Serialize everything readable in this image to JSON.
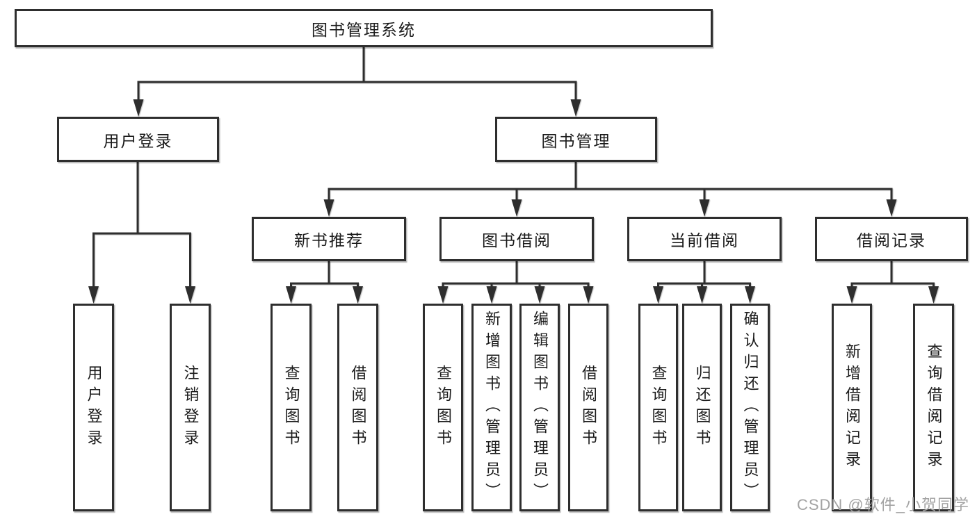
{
  "diagram": {
    "root": {
      "label": "图书管理系统"
    },
    "branches": [
      {
        "label": "用户登录",
        "children": [
          {
            "label": "用户登录"
          },
          {
            "label": "注销登录"
          }
        ]
      },
      {
        "label": "图书管理",
        "children": [
          {
            "label": "新书推荐",
            "children": [
              {
                "label": "查询图书"
              },
              {
                "label": "借阅图书"
              }
            ]
          },
          {
            "label": "图书借阅",
            "children": [
              {
                "label": "查询图书"
              },
              {
                "label": "新增图书（管理员）"
              },
              {
                "label": "编辑图书（管理员）"
              },
              {
                "label": "借阅图书"
              }
            ]
          },
          {
            "label": "当前借阅",
            "children": [
              {
                "label": "查询图书"
              },
              {
                "label": "归还图书"
              },
              {
                "label": "确认归还（管理员）"
              }
            ]
          },
          {
            "label": "借阅记录",
            "children": [
              {
                "label": "新增借阅记录"
              },
              {
                "label": "查询借阅记录"
              }
            ]
          }
        ]
      }
    ]
  },
  "watermark": {
    "text": "CSDN @软件_小贺同学"
  },
  "colors": {
    "line": "#2e2e2e",
    "border": "#2e2e2e",
    "text": "#1b1b1b",
    "watermark": "#a3a3a3",
    "background": "#ffffff"
  }
}
